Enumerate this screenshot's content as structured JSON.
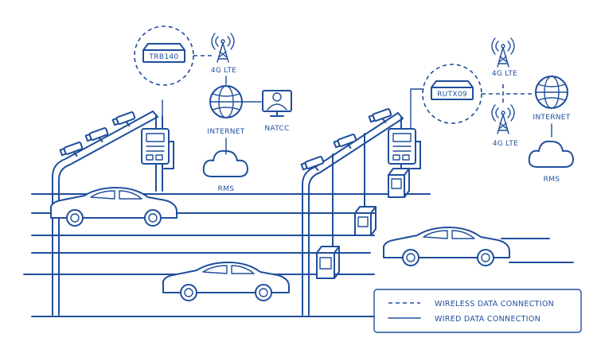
{
  "colors": {
    "line": "#1f4e9c",
    "background": "#ffffff"
  },
  "left_cell": {
    "router_label": "TRB140",
    "lte_label": "4G LTE",
    "internet_label": "INTERNET",
    "natcc_label": "NATCC",
    "rms_label": "RMS"
  },
  "right_cell": {
    "router_label": "RUTX09",
    "lte_top_label": "4G LTE",
    "lte_bottom_label": "4G LTE",
    "internet_label": "INTERNET",
    "rms_label": "RMS"
  },
  "legend": {
    "wireless_label": "WIRELESS DATA CONNECTION",
    "wired_label": "WIRED DATA CONNECTION"
  },
  "icons": [
    "router-icon",
    "antenna-tower-icon",
    "globe-icon",
    "cloud-icon",
    "operator-screen-icon",
    "camera-icon",
    "car-icon",
    "traffic-controller-icon",
    "toll-booth-icon"
  ]
}
